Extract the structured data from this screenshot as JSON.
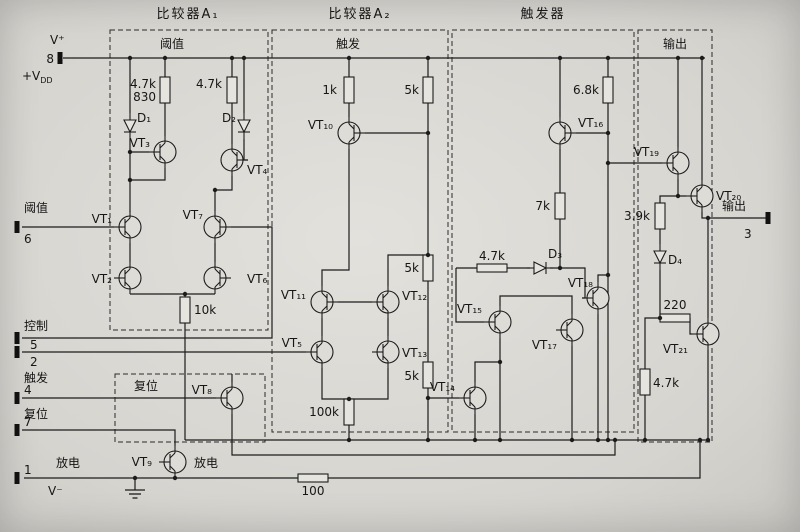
{
  "diagram": {
    "sections": {
      "comparator_a1": "比较器A₁",
      "comparator_a2": "比较器A₂",
      "flip_flop": "触发器"
    },
    "block_labels": {
      "threshold_top": "阈值",
      "trigger_top": "触发",
      "output_top": "输出",
      "reset_box": "复位",
      "discharge_inner": "放电"
    },
    "pins": {
      "v_plus": "V⁺",
      "pin8": "8",
      "vdd_base": "+V",
      "vdd_sub": "DD",
      "threshold_label": "阈值",
      "pin6": "6",
      "control_label": "控制",
      "pin5": "5",
      "pin2": "2",
      "trigger_label": "触发",
      "pin4": "4",
      "reset_label": "复位",
      "pin7": "7",
      "discharge_label": "放电",
      "pin1": "1",
      "v_minus": "V⁻",
      "output_label": "输出",
      "pin3": "3"
    },
    "resistors": {
      "r_47k_a": "4.7k",
      "r_830": "830",
      "r_47k_b": "4.7k",
      "r_10k": "10k",
      "r_1k": "1k",
      "r_5k_a": "5k",
      "r_5k_b": "5k",
      "r_5k_c": "5k",
      "r_100k": "100k",
      "r_68k": "6.8k",
      "r_7k": "7k",
      "r_47k_c": "4.7k",
      "r_39k": "3.9k",
      "r_220": "220",
      "r_47k_d": "4.7k",
      "r_100": "100"
    },
    "diodes": {
      "d1": "D₁",
      "d2": "D₂",
      "d3": "D₃",
      "d4": "D₄"
    },
    "transistors": {
      "vt1": "VT₁",
      "vt2": "VT₂",
      "vt3": "VT₃",
      "vt4": "VT₄",
      "vt5": "VT₅",
      "vt6": "VT₆",
      "vt7": "VT₇",
      "vt8": "VT₈",
      "vt9": "VT₉",
      "vt10": "VT₁₀",
      "vt11": "VT₁₁",
      "vt12": "VT₁₂",
      "vt13": "VT₁₃",
      "vt14": "VT₁₄",
      "vt15": "VT₁₅",
      "vt16": "VT₁₆",
      "vt17": "VT₁₇",
      "vt18": "VT₁₈",
      "vt19": "VT₁₉",
      "vt20": "VT₂₀",
      "vt21": "VT₂₁"
    },
    "colors": {
      "background": "#d9d7d2",
      "ink": "#1c1c1c"
    }
  }
}
